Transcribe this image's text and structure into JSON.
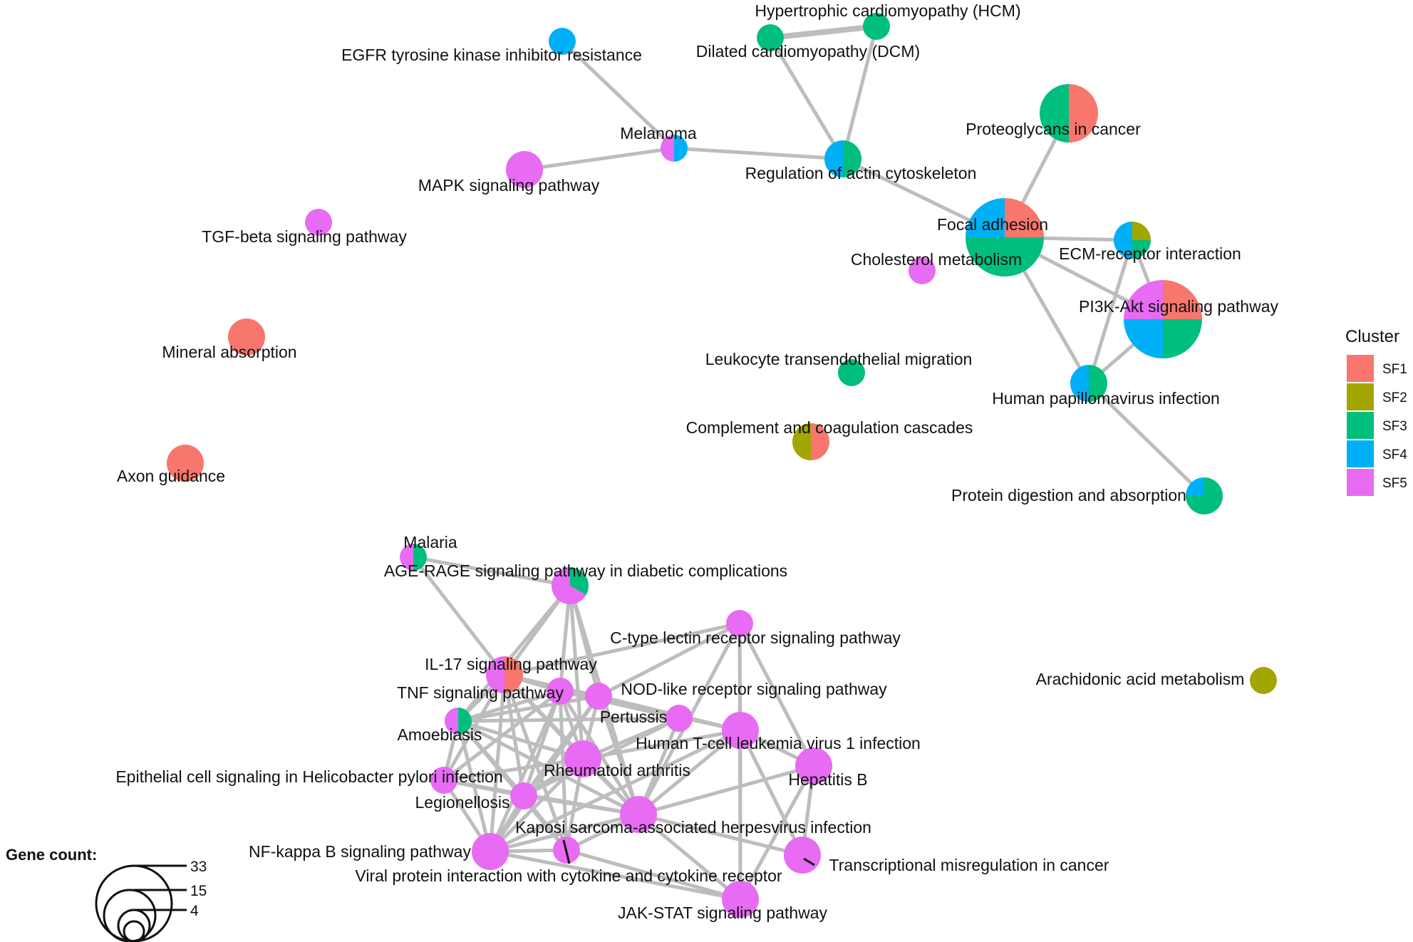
{
  "cluster_legend": {
    "title": "Cluster",
    "items": [
      {
        "key": "SF1",
        "label": "SF1",
        "color": "#f8766d"
      },
      {
        "key": "SF2",
        "label": "SF2",
        "color": "#a3a500"
      },
      {
        "key": "SF3",
        "label": "SF3",
        "color": "#00bf7d"
      },
      {
        "key": "SF4",
        "label": "SF4",
        "color": "#00b0f6"
      },
      {
        "key": "SF5",
        "label": "SF5",
        "color": "#e76bf3"
      }
    ]
  },
  "size_legend": {
    "title": "Gene count:",
    "ticks": [
      "33",
      "15",
      "4"
    ]
  },
  "edge_color": "#bdbdbd",
  "nodes": [
    {
      "id": "hcm",
      "label": "Hypertrophic cardiomyopathy (HCM)",
      "genes": "small",
      "slices": {
        "SF3": 1
      }
    },
    {
      "id": "dcm",
      "label": "Dilated cardiomyopathy (DCM)",
      "genes": "small",
      "slices": {
        "SF3": 1
      }
    },
    {
      "id": "egfr",
      "label": "EGFR tyrosine kinase inhibitor resistance",
      "genes": "small",
      "slices": {
        "SF4": 1
      }
    },
    {
      "id": "proteoglycans",
      "label": "Proteoglycans in cancer",
      "genes": "large",
      "slices": {
        "SF1": 1,
        "SF3": 1
      }
    },
    {
      "id": "melanoma",
      "label": "Melanoma",
      "genes": "small",
      "slices": {
        "SF4": 1,
        "SF5": 1
      }
    },
    {
      "id": "actin",
      "label": "Regulation of actin cytoskeleton",
      "genes": "medium",
      "slices": {
        "SF3": 1,
        "SF4": 1
      }
    },
    {
      "id": "mapk",
      "label": "MAPK signaling pathway",
      "genes": "medium",
      "slices": {
        "SF5": 1
      }
    },
    {
      "id": "focal",
      "label": "Focal adhesion",
      "genes": "largest",
      "slices": {
        "SF1": 1,
        "SF3": 2,
        "SF4": 1
      }
    },
    {
      "id": "ecm",
      "label": "ECM-receptor interaction",
      "genes": "medium",
      "slices": {
        "SF2": 1,
        "SF3": 1,
        "SF4": 2
      }
    },
    {
      "id": "tgf",
      "label": "TGF-beta signaling pathway",
      "genes": "small",
      "slices": {
        "SF5": 1
      }
    },
    {
      "id": "cholesterol",
      "label": "Cholesterol metabolism",
      "genes": "small",
      "slices": {
        "SF5": 1
      }
    },
    {
      "id": "pi3k",
      "label": "PI3K-Akt signaling pathway",
      "genes": "largest",
      "slices": {
        "SF1": 1,
        "SF3": 1,
        "SF4": 1,
        "SF5": 1
      }
    },
    {
      "id": "mineral",
      "label": "Mineral absorption",
      "genes": "medium",
      "slices": {
        "SF1": 1
      }
    },
    {
      "id": "leukocyte",
      "label": "Leukocyte transendothelial migration",
      "genes": "small",
      "slices": {
        "SF3": 1
      }
    },
    {
      "id": "hpv",
      "label": "Human papillomavirus infection",
      "genes": "medium",
      "slices": {
        "SF3": 1,
        "SF4": 1
      }
    },
    {
      "id": "complement",
      "label": "Complement and coagulation cascades",
      "genes": "medium",
      "slices": {
        "SF1": 1,
        "SF2": 1
      }
    },
    {
      "id": "axon",
      "label": "Axon guidance",
      "genes": "medium",
      "slices": {
        "SF1": 1
      }
    },
    {
      "id": "protein",
      "label": "Protein digestion and absorption",
      "genes": "medium",
      "slices": {
        "SF3": 3,
        "SF4": 1
      }
    },
    {
      "id": "malaria",
      "label": "Malaria",
      "genes": "small",
      "slices": {
        "SF3": 1,
        "SF5": 1
      }
    },
    {
      "id": "agerage",
      "label": "AGE-RAGE signaling pathway in diabetic complications",
      "genes": "medium",
      "slices": {
        "SF3": 1,
        "SF5": 2
      }
    },
    {
      "id": "ctype",
      "label": "C-type lectin receptor signaling pathway",
      "genes": "small",
      "slices": {
        "SF5": 1
      }
    },
    {
      "id": "il17",
      "label": "IL-17 signaling pathway",
      "genes": "medium",
      "slices": {
        "SF1": 1,
        "SF5": 1
      }
    },
    {
      "id": "arachidonic",
      "label": "Arachidonic acid metabolism",
      "genes": "small",
      "slices": {
        "SF2": 1
      }
    },
    {
      "id": "tnf",
      "label": "TNF signaling pathway",
      "genes": "small",
      "slices": {
        "SF5": 1
      }
    },
    {
      "id": "nod",
      "label": "NOD-like receptor signaling pathway",
      "genes": "small",
      "slices": {
        "SF5": 1
      }
    },
    {
      "id": "pertussis",
      "label": "Pertussis",
      "genes": "small",
      "slices": {
        "SF5": 1
      }
    },
    {
      "id": "amoebiasis",
      "label": "Amoebiasis",
      "genes": "small",
      "slices": {
        "SF3": 1,
        "SF5": 1
      }
    },
    {
      "id": "htlv",
      "label": "Human T-cell leukemia virus 1 infection",
      "genes": "medium",
      "slices": {
        "SF5": 1
      }
    },
    {
      "id": "ra",
      "label": "Rheumatoid arthritis",
      "genes": "medium",
      "slices": {
        "SF5": 1
      }
    },
    {
      "id": "helico",
      "label": "Epithelial cell signaling in Helicobacter pylori infection",
      "genes": "small",
      "slices": {
        "SF5": 1
      }
    },
    {
      "id": "hepb",
      "label": "Hepatitis B",
      "genes": "medium",
      "slices": {
        "SF5": 1
      }
    },
    {
      "id": "legion",
      "label": "Legionellosis",
      "genes": "small",
      "slices": {
        "SF5": 1
      }
    },
    {
      "id": "kaposi",
      "label": "Kaposi sarcoma-associated herpesvirus infection",
      "genes": "medium",
      "slices": {
        "SF5": 1
      }
    },
    {
      "id": "nfkb",
      "label": "NF-kappa B signaling pathway",
      "genes": "medium",
      "slices": {
        "SF5": 1
      }
    },
    {
      "id": "viral",
      "label": "Viral protein interaction with cytokine and cytokine receptor",
      "genes": "small",
      "slices": {
        "SF5": 1
      }
    },
    {
      "id": "transcr",
      "label": "Transcriptional misregulation in cancer",
      "genes": "medium",
      "slices": {
        "SF5": 1
      }
    },
    {
      "id": "jakstat",
      "label": "JAK-STAT signaling pathway",
      "genes": "medium",
      "slices": {
        "SF5": 1
      }
    }
  ],
  "edges": [
    [
      "hcm",
      "dcm"
    ],
    [
      "dcm",
      "actin"
    ],
    [
      "hcm",
      "actin"
    ],
    [
      "egfr",
      "melanoma"
    ],
    [
      "melanoma",
      "mapk"
    ],
    [
      "melanoma",
      "actin"
    ],
    [
      "actin",
      "focal"
    ],
    [
      "proteoglycans",
      "focal"
    ],
    [
      "focal",
      "ecm"
    ],
    [
      "focal",
      "pi3k"
    ],
    [
      "focal",
      "hpv"
    ],
    [
      "ecm",
      "pi3k"
    ],
    [
      "ecm",
      "hpv"
    ],
    [
      "pi3k",
      "hpv"
    ],
    [
      "hpv",
      "protein"
    ],
    [
      "malaria",
      "agerage"
    ],
    [
      "malaria",
      "il17"
    ],
    [
      "agerage",
      "il17"
    ],
    [
      "agerage",
      "tnf"
    ],
    [
      "agerage",
      "amoebiasis"
    ],
    [
      "agerage",
      "ra"
    ],
    [
      "agerage",
      "kaposi"
    ],
    [
      "agerage",
      "nod"
    ],
    [
      "ctype",
      "nod"
    ],
    [
      "ctype",
      "htlv"
    ],
    [
      "ctype",
      "hepb"
    ],
    [
      "ctype",
      "kaposi"
    ],
    [
      "ctype",
      "jakstat"
    ],
    [
      "ctype",
      "il17"
    ],
    [
      "il17",
      "tnf"
    ],
    [
      "il17",
      "nod"
    ],
    [
      "il17",
      "amoebiasis"
    ],
    [
      "il17",
      "ra"
    ],
    [
      "il17",
      "legion"
    ],
    [
      "il17",
      "kaposi"
    ],
    [
      "il17",
      "viral"
    ],
    [
      "il17",
      "helico"
    ],
    [
      "il17",
      "nfkb"
    ],
    [
      "tnf",
      "nod"
    ],
    [
      "tnf",
      "amoebiasis"
    ],
    [
      "tnf",
      "ra"
    ],
    [
      "tnf",
      "kaposi"
    ],
    [
      "tnf",
      "legion"
    ],
    [
      "tnf",
      "nfkb"
    ],
    [
      "tnf",
      "viral"
    ],
    [
      "tnf",
      "helico"
    ],
    [
      "tnf",
      "pertussis"
    ],
    [
      "tnf",
      "htlv"
    ],
    [
      "nod",
      "pertussis"
    ],
    [
      "nod",
      "ra"
    ],
    [
      "nod",
      "htlv"
    ],
    [
      "nod",
      "kaposi"
    ],
    [
      "nod",
      "legion"
    ],
    [
      "nod",
      "nfkb"
    ],
    [
      "nod",
      "amoebiasis"
    ],
    [
      "pertussis",
      "ra"
    ],
    [
      "pertussis",
      "legion"
    ],
    [
      "pertussis",
      "kaposi"
    ],
    [
      "pertussis",
      "amoebiasis"
    ],
    [
      "amoebiasis",
      "ra"
    ],
    [
      "amoebiasis",
      "legion"
    ],
    [
      "amoebiasis",
      "helico"
    ],
    [
      "amoebiasis",
      "nfkb"
    ],
    [
      "amoebiasis",
      "kaposi"
    ],
    [
      "amoebiasis",
      "viral"
    ],
    [
      "htlv",
      "hepb"
    ],
    [
      "htlv",
      "kaposi"
    ],
    [
      "htlv",
      "ra"
    ],
    [
      "htlv",
      "nfkb"
    ],
    [
      "htlv",
      "jakstat"
    ],
    [
      "htlv",
      "transcr"
    ],
    [
      "ra",
      "legion"
    ],
    [
      "ra",
      "kaposi"
    ],
    [
      "ra",
      "nfkb"
    ],
    [
      "ra",
      "viral"
    ],
    [
      "ra",
      "helico"
    ],
    [
      "helico",
      "legion"
    ],
    [
      "helico",
      "nfkb"
    ],
    [
      "helico",
      "kaposi"
    ],
    [
      "hepb",
      "kaposi"
    ],
    [
      "hepb",
      "transcr"
    ],
    [
      "hepb",
      "jakstat"
    ],
    [
      "legion",
      "nfkb"
    ],
    [
      "legion",
      "kaposi"
    ],
    [
      "legion",
      "viral"
    ],
    [
      "kaposi",
      "nfkb"
    ],
    [
      "kaposi",
      "viral"
    ],
    [
      "kaposi",
      "transcr"
    ],
    [
      "kaposi",
      "jakstat"
    ],
    [
      "nfkb",
      "viral"
    ],
    [
      "viral",
      "jakstat"
    ],
    [
      "nfkb",
      "jakstat"
    ]
  ]
}
